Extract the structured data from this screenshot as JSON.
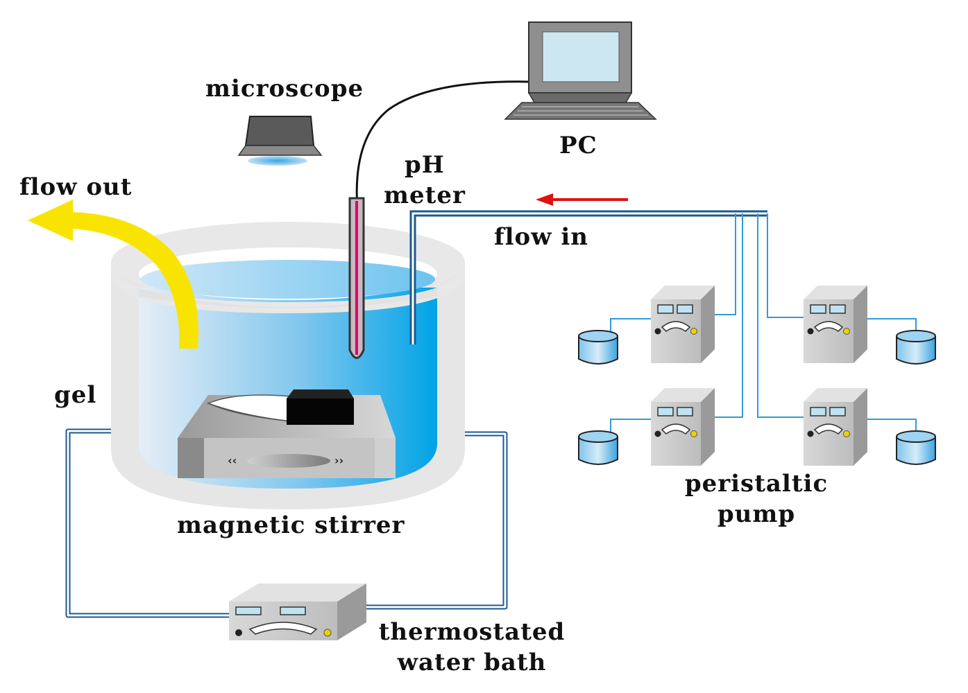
{
  "labels": {
    "microscope": "microscope",
    "pc": "PC",
    "ph_meter_line1": "pH",
    "ph_meter_line2": "meter",
    "flow_out": "flow out",
    "flow_in": "flow in",
    "gel": "gel",
    "magnetic_stirrer": "magnetic stirrer",
    "peristaltic_pump_line1": "peristaltic",
    "peristaltic_pump_line2": "pump",
    "water_bath_line1": "thermostated",
    "water_bath_line2": "water bath"
  },
  "colors": {
    "vessel_wall": "#e6e6e6",
    "water_light": "#e4eef6",
    "water_dark": "#00a3e4",
    "tube": "#2a7fc0",
    "flow_arrow": "#e01010",
    "outflow": "#f8e400",
    "pump_body": "#c8c8c8",
    "monitor_screen": "#cde7f2"
  },
  "icons": [
    "microscope-icon",
    "pc-icon",
    "ph-meter-probe",
    "magnetic-stirrer-icon",
    "peristaltic-pump-icon",
    "beaker-icon",
    "water-bath-icon"
  ]
}
